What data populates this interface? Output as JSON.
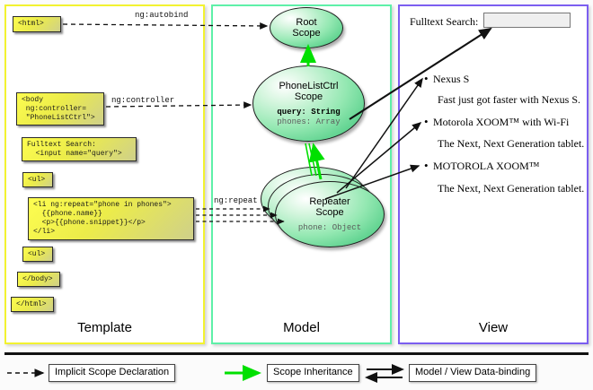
{
  "columns": [
    {
      "id": "template",
      "label": "Template",
      "border_color": "#f2f230"
    },
    {
      "id": "model",
      "label": "Model",
      "border_color": "#5ef0a8"
    },
    {
      "id": "view",
      "label": "View",
      "border_color": "#7b5ef0"
    }
  ],
  "template": {
    "boxes": [
      {
        "name": "html-open",
        "code": "<html>"
      },
      {
        "name": "body-open",
        "code": "<body\n ng:controller=\n \"PhoneListCtrl\">"
      },
      {
        "name": "fulltext-search",
        "code": "Fulltext Search:\n  <input name=\"query\">"
      },
      {
        "name": "ul-open",
        "code": "<ul>"
      },
      {
        "name": "li-repeat",
        "code": "<li ng:repeat=\"phone in phones\">\n  {{phone.name}}\n  <p>{{phone.snippet}}</p>\n</li>"
      },
      {
        "name": "ul-close",
        "code": "<ul>"
      },
      {
        "name": "body-close",
        "code": "</body>"
      },
      {
        "name": "html-close",
        "code": "</html>"
      }
    ]
  },
  "edges": {
    "autobind": "ng:autobind",
    "controller": "ng:controller",
    "repeat": "ng:repeat"
  },
  "model": {
    "root_scope": {
      "title_line1": "Root",
      "title_line2": "Scope"
    },
    "phone_list_ctrl_scope": {
      "title_line1": "PhoneListCtrl",
      "title_line2": "Scope",
      "prop_query": "query: String",
      "prop_phones": "phones: Array"
    },
    "repeater_scope": {
      "title_line1": "Repeater",
      "title_line2": "Scope",
      "prop_phone": "phone: Object"
    }
  },
  "view": {
    "search_label": "Fulltext Search:",
    "search_value": "",
    "search_placeholder": "",
    "items": [
      {
        "name": "Nexus S",
        "snippet": "Fast just got faster with Nexus S."
      },
      {
        "name": "Motorola XOOM™  with Wi-Fi",
        "snippet": "The Next, Next Generation tablet."
      },
      {
        "name": "MOTOROLA XOOM™",
        "snippet": "The Next, Next Generation tablet."
      }
    ]
  },
  "legend": [
    {
      "name": "implicit-scope-declaration",
      "label": "Implicit Scope Declaration",
      "arrow": "dashed-black",
      "color": "#111111"
    },
    {
      "name": "scope-inheritance",
      "label": "Scope Inheritance",
      "arrow": "solid-green",
      "color": "#00e000"
    },
    {
      "name": "model-view-data-binding",
      "label": "Model / View Data-binding",
      "arrow": "double-black",
      "color": "#111111"
    }
  ]
}
